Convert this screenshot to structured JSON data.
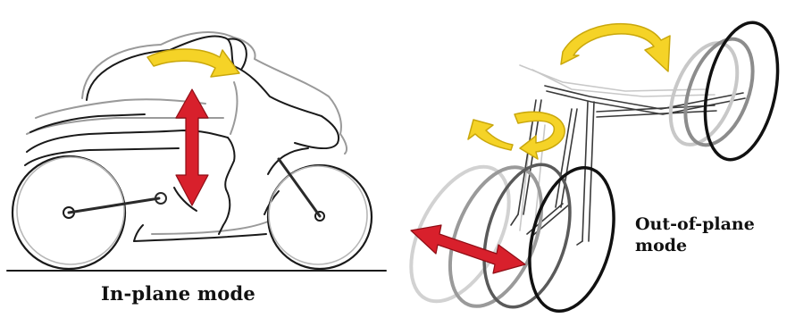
{
  "captions": {
    "in_plane": "In-plane mode",
    "out_of_plane_line1": "Out-of-plane",
    "out_of_plane_line2": "mode"
  },
  "colors": {
    "arrow_yellow": "#f5d327",
    "arrow_yellow_edge": "#c9a70c",
    "arrow_red": "#d8202c",
    "arrow_red_edge": "#8f0e16",
    "line_dark": "#1a1a1a",
    "line_mid": "#6f6f6f",
    "line_light": "#b7b7b7"
  },
  "icons": {
    "in_plane_rotation": "curved-arrow-icon",
    "in_plane_bounce": "double-vertical-arrow-icon",
    "out_of_plane_yaw": "curved-arrow-icon",
    "out_of_plane_roll": "curved-arrow-icon",
    "out_of_plane_lateral": "double-horizontal-arrow-icon"
  }
}
